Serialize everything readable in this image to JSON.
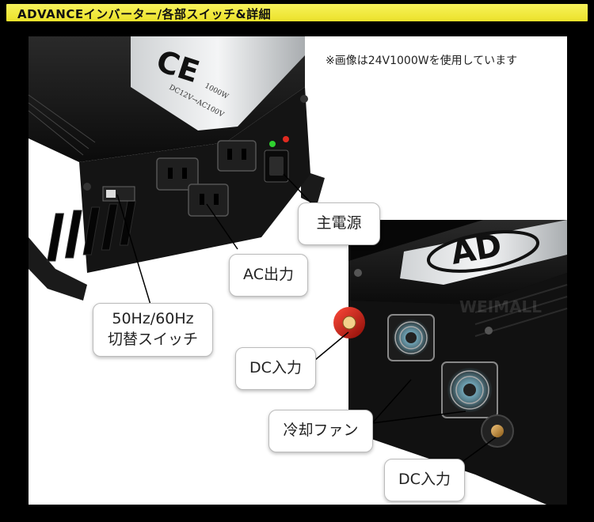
{
  "header": {
    "title": "ADVANCEインバーター/各部スイッチ&詳細"
  },
  "note": "※画像は24V1000Wを使用しています",
  "device_top": {
    "brand_fragment": "CE",
    "label_fragment": "DC12V→AC100V",
    "watt": "1000W"
  },
  "device_bottom": {
    "brand_fragment": "AD"
  },
  "watermark": "WEIMALL",
  "callouts": {
    "main_power": "主電源",
    "ac_output": "AC出力",
    "freq_switch_line1": "50Hz/60Hz",
    "freq_switch_line2": "切替スイッチ",
    "dc_input_top": "DC入力",
    "cooling_fan": "冷却ファン",
    "dc_input_bottom": "DC入力"
  }
}
